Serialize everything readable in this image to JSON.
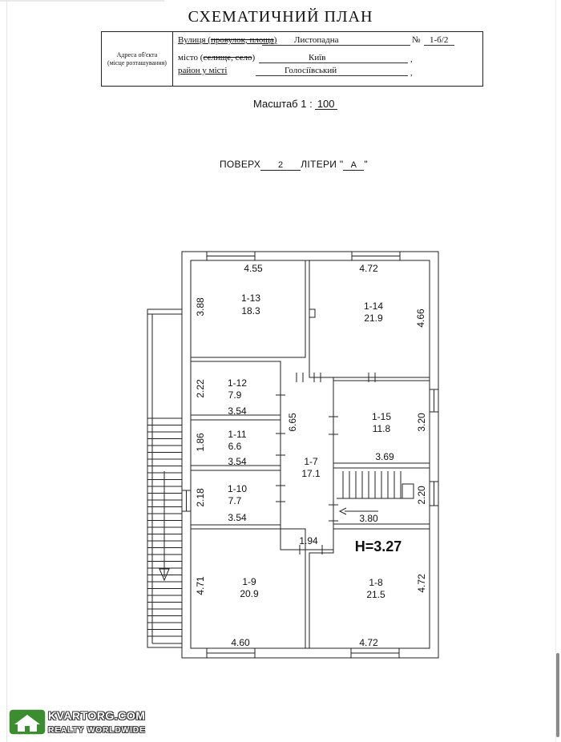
{
  "title": "СХЕМАТИЧНИЙ ПЛАН",
  "address": {
    "label_line1": "Адреса об'єкта",
    "label_line2": "(місце розташування)",
    "street_label_a": "Вулиця (",
    "street_label_b": "провулок, площа",
    "street_label_c": ")",
    "street_value": "Листопадна",
    "number_label": "№",
    "number_value": "1-б/2",
    "city_label_a": "місто (",
    "city_label_b": "селище, село",
    "city_label_c": ")",
    "city_value": "Київ",
    "district_label": "район у місті",
    "district_value": "Голосіївський",
    "comma": ","
  },
  "scale": {
    "label": "Масштаб  1 :",
    "value": "100"
  },
  "floor": {
    "label_floor": "ПОВЕРХ",
    "floor_value": "2",
    "label_letter": "ЛІТЕРИ \"",
    "letter_value": "А",
    "letter_end": "\""
  },
  "rooms": [
    {
      "id": "1-13",
      "area": "18.3"
    },
    {
      "id": "1-14",
      "area": "21.9"
    },
    {
      "id": "1-12",
      "area": "7.9"
    },
    {
      "id": "1-11",
      "area": "6.6"
    },
    {
      "id": "1-10",
      "area": "7.7"
    },
    {
      "id": "1-15",
      "area": "11.8"
    },
    {
      "id": "1-7",
      "area": "17.1"
    },
    {
      "id": "1-9",
      "area": "20.9"
    },
    {
      "id": "1-8",
      "area": "21.5"
    }
  ],
  "dimensions": {
    "r13_width": "4.55",
    "r13_height": "3.88",
    "r14_width": "4.72",
    "r14_height": "4.66",
    "r12_height": "2.22",
    "r12_width": "3.54",
    "r11_height": "1.86",
    "r11_width": "3.54",
    "r10_height": "2.18",
    "r10_width": "3.54",
    "corridor_length": "6.65",
    "corridor_width": "1.94",
    "r15_height": "3.20",
    "r15_width": "3.69",
    "stair_height": "2.20",
    "stair_width": "3.80",
    "r9_height": "4.71",
    "r9_width": "4.60",
    "r8_height": "4.72",
    "r8_width": "4.72"
  },
  "ceiling_height": "Н=3.27",
  "watermark": {
    "line1": "KVARTORG.COM",
    "line2": "REALTY WORLDWIDE"
  }
}
